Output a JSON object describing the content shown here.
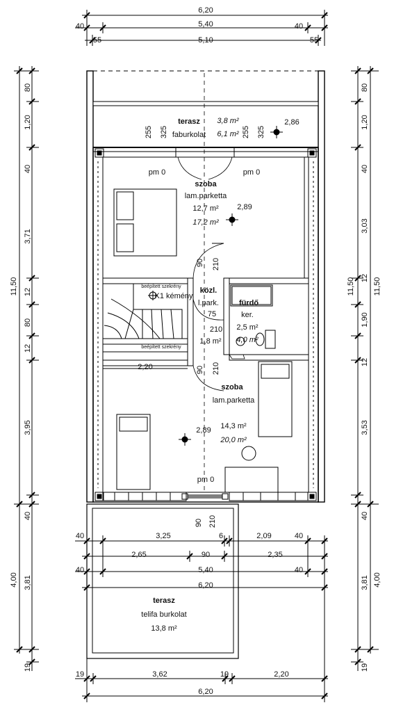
{
  "top_dims": {
    "overall": "6,20",
    "row2": {
      "left": "40",
      "mid": "5,40",
      "right": "40"
    },
    "row3": {
      "left": "55",
      "mid": "5,10",
      "right": "55"
    }
  },
  "left_dims": {
    "total": "11,50",
    "segments": [
      "80",
      "1,20",
      "40",
      "3,71",
      "12",
      "80",
      "12",
      "3,95",
      "40"
    ],
    "lower_total": "4,00",
    "lower_segments": [
      "3,81",
      "19"
    ]
  },
  "right_dims": {
    "total": "11,50",
    "segments": [
      "80",
      "1,20",
      "40",
      "3,03",
      "12",
      "1,90",
      "12",
      "3,53",
      "40"
    ],
    "lower_total": "4,00",
    "lower_segments": [
      "3,81",
      "19"
    ]
  },
  "bottom_dims": {
    "row1": [
      "40",
      "3,25",
      "6",
      "2,09",
      "40"
    ],
    "row2": [
      "2,65",
      "90",
      "2,35"
    ],
    "row3": {
      "left": "40",
      "mid": "5,40",
      "right": "40"
    },
    "row4": "6,20",
    "row5": [
      "19",
      "3,62",
      "19",
      "2,20"
    ],
    "row6": "6,20"
  },
  "rooms": {
    "terrace_top": {
      "name": "terasz",
      "floor": "faburkolat",
      "area1": "3,8 m²",
      "area2": "6,1 m²",
      "level": "2,86",
      "dim_255": "255",
      "dim_325": "325"
    },
    "room1": {
      "name": "szoba",
      "floor": "lam.parketta",
      "area1": "12,7 m²",
      "area2": "17,2 m²",
      "level": "2,89"
    },
    "pm_left": "pm 0",
    "pm_right": "pm 0",
    "hall": {
      "name": "közl.",
      "floor": "l.park.",
      "area": "1,8 m²"
    },
    "chimney": "K1 kémény",
    "closet1": "beépített szekrény",
    "closet2": "beépített szekrény",
    "bath": {
      "name": "fürdő",
      "floor": "ker.",
      "area1": "2,5 m²",
      "area2": "4,0 m²"
    },
    "door_dims": {
      "d90a": "90",
      "d210a": "210",
      "d75": "75",
      "d210b": "210",
      "d90b": "90",
      "d210c": "210",
      "d220": "2,20"
    },
    "room2": {
      "name": "szoba",
      "floor": "lam.parketta",
      "area1": "14,3 m²",
      "area2": "20,0 m²",
      "level": "2,89",
      "pm": "pm 0"
    },
    "bottom_door": {
      "d90": "90",
      "d210": "210"
    },
    "terrace_bottom": {
      "name": "terasz",
      "floor": "telifa burkolat",
      "area": "13,8 m²"
    }
  }
}
